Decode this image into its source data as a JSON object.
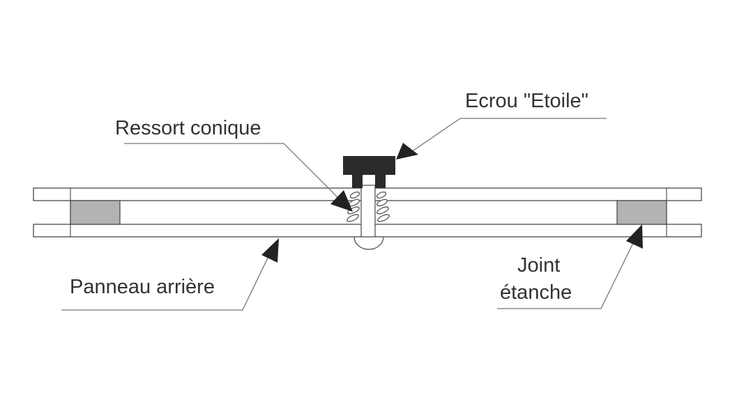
{
  "labels": {
    "nut": "Ecrou \"Etoile\"",
    "spring": "Ressort conique",
    "back_panel": "Panneau arrière",
    "seal_line1": "Joint",
    "seal_line2": "étanche"
  },
  "colors": {
    "gasket": "#b3b3b3",
    "nut": "#2b2b2b",
    "arrow": "#222222",
    "outline": "#555555",
    "text": "#333333"
  }
}
